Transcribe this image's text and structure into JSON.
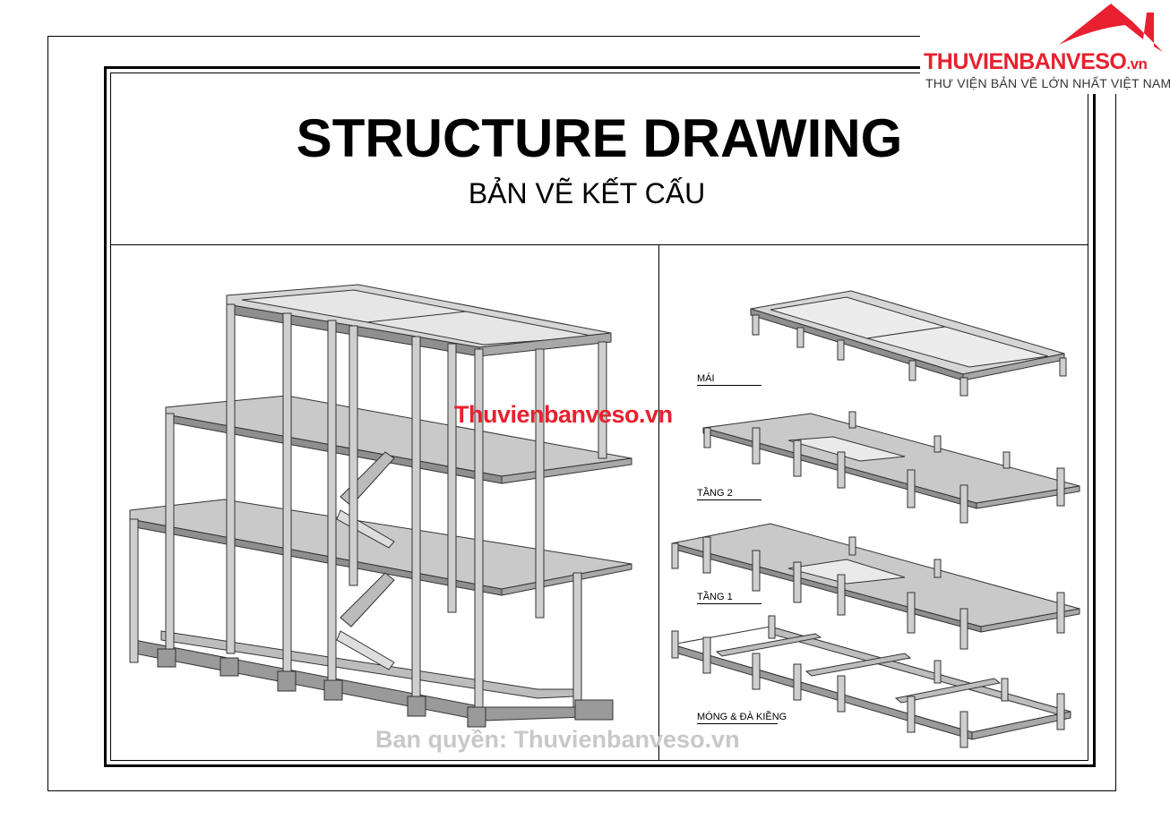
{
  "title": "STRUCTURE DRAWING",
  "subtitle": "BẢN VẼ KẾT CẤU",
  "logo": {
    "brand": "THUVIENBANVESO",
    "tld": ".vn",
    "tagline": "THƯ VIỆN BẢN VẼ LỚN NHẤT VIỆT NAM",
    "color": "#e8202f"
  },
  "levels": [
    {
      "label": "MÁI"
    },
    {
      "label": "TẦNG 2"
    },
    {
      "label": "TẦNG 1"
    },
    {
      "label": "MÓNG & ĐÀ KIỀNG"
    }
  ],
  "watermarks": {
    "center": "Thuvienbanveso.vn",
    "bottom": "Ban quyền: Thuvienbanveso.vn"
  }
}
